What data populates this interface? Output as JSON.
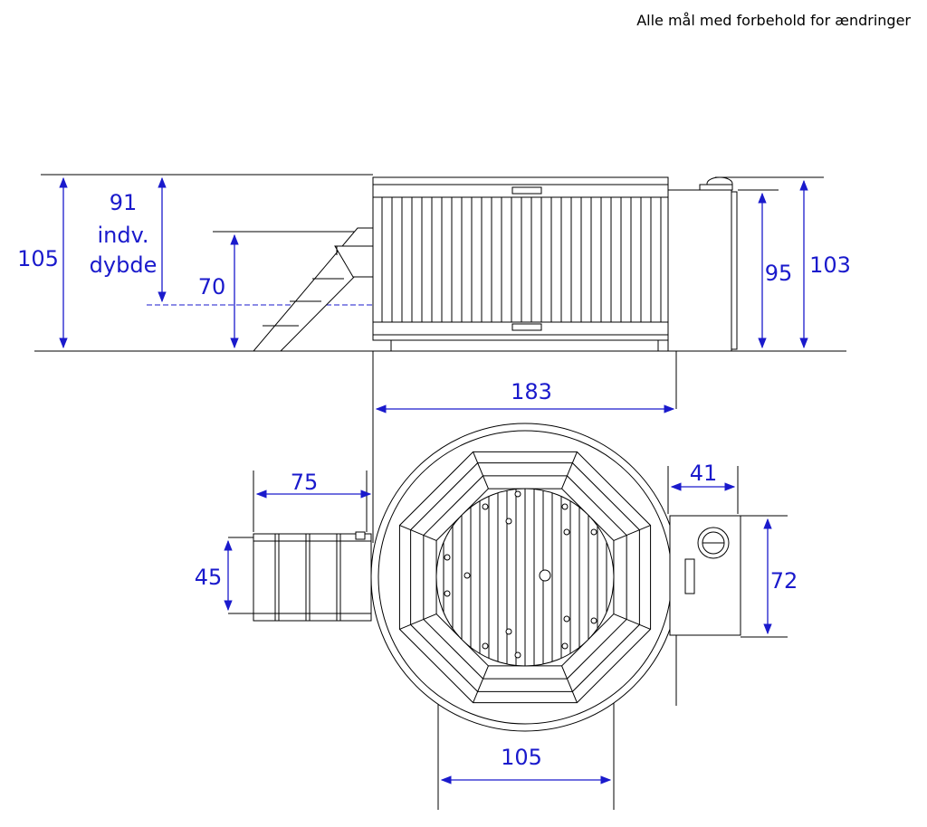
{
  "note": "Alle mål med forbehold for ændringer",
  "dimensions": {
    "height_total": "105",
    "inner_depth_value": "91",
    "inner_depth_line1": "indv.",
    "inner_depth_line2": "dybde",
    "step_height": "70",
    "heater_height": "95",
    "heater_total_height": "103",
    "tub_diameter": "183",
    "step_length": "75",
    "step_width": "45",
    "heater_length": "41",
    "heater_width": "72",
    "bottom_diameter": "105"
  },
  "colors": {
    "dimension": "#1a1acc",
    "lines": "#000000"
  }
}
